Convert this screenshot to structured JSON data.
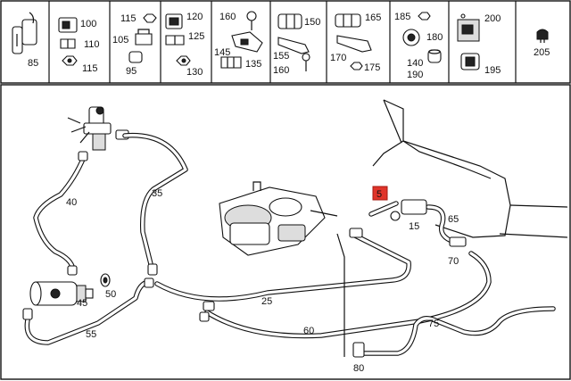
{
  "header_parts": [
    {
      "cell": 1,
      "labels": [
        "85"
      ]
    },
    {
      "cell": 2,
      "labels": [
        "100",
        "110",
        "115"
      ]
    },
    {
      "cell": 3,
      "labels": [
        "115",
        "105",
        "95"
      ]
    },
    {
      "cell": 4,
      "labels": [
        "120",
        "125",
        "130"
      ]
    },
    {
      "cell": 5,
      "labels": [
        "160",
        "145",
        "135"
      ]
    },
    {
      "cell": 6,
      "labels": [
        "150",
        "155",
        "160"
      ]
    },
    {
      "cell": 7,
      "labels": [
        "165",
        "170",
        "175"
      ]
    },
    {
      "cell": 8,
      "labels": [
        "185",
        "180",
        "140",
        "190"
      ]
    },
    {
      "cell": 9,
      "labels": [
        "200",
        "195"
      ]
    },
    {
      "cell": 10,
      "labels": [
        "205"
      ]
    }
  ],
  "main_labels": {
    "l5": "5",
    "l15": "15",
    "l25": "25",
    "l35": "35",
    "l40": "40",
    "l45": "45",
    "l50": "50",
    "l55": "55",
    "l60": "60",
    "l65": "65",
    "l70": "70",
    "l75": "75",
    "l80": "80"
  },
  "highlight_color": "#e0342a"
}
